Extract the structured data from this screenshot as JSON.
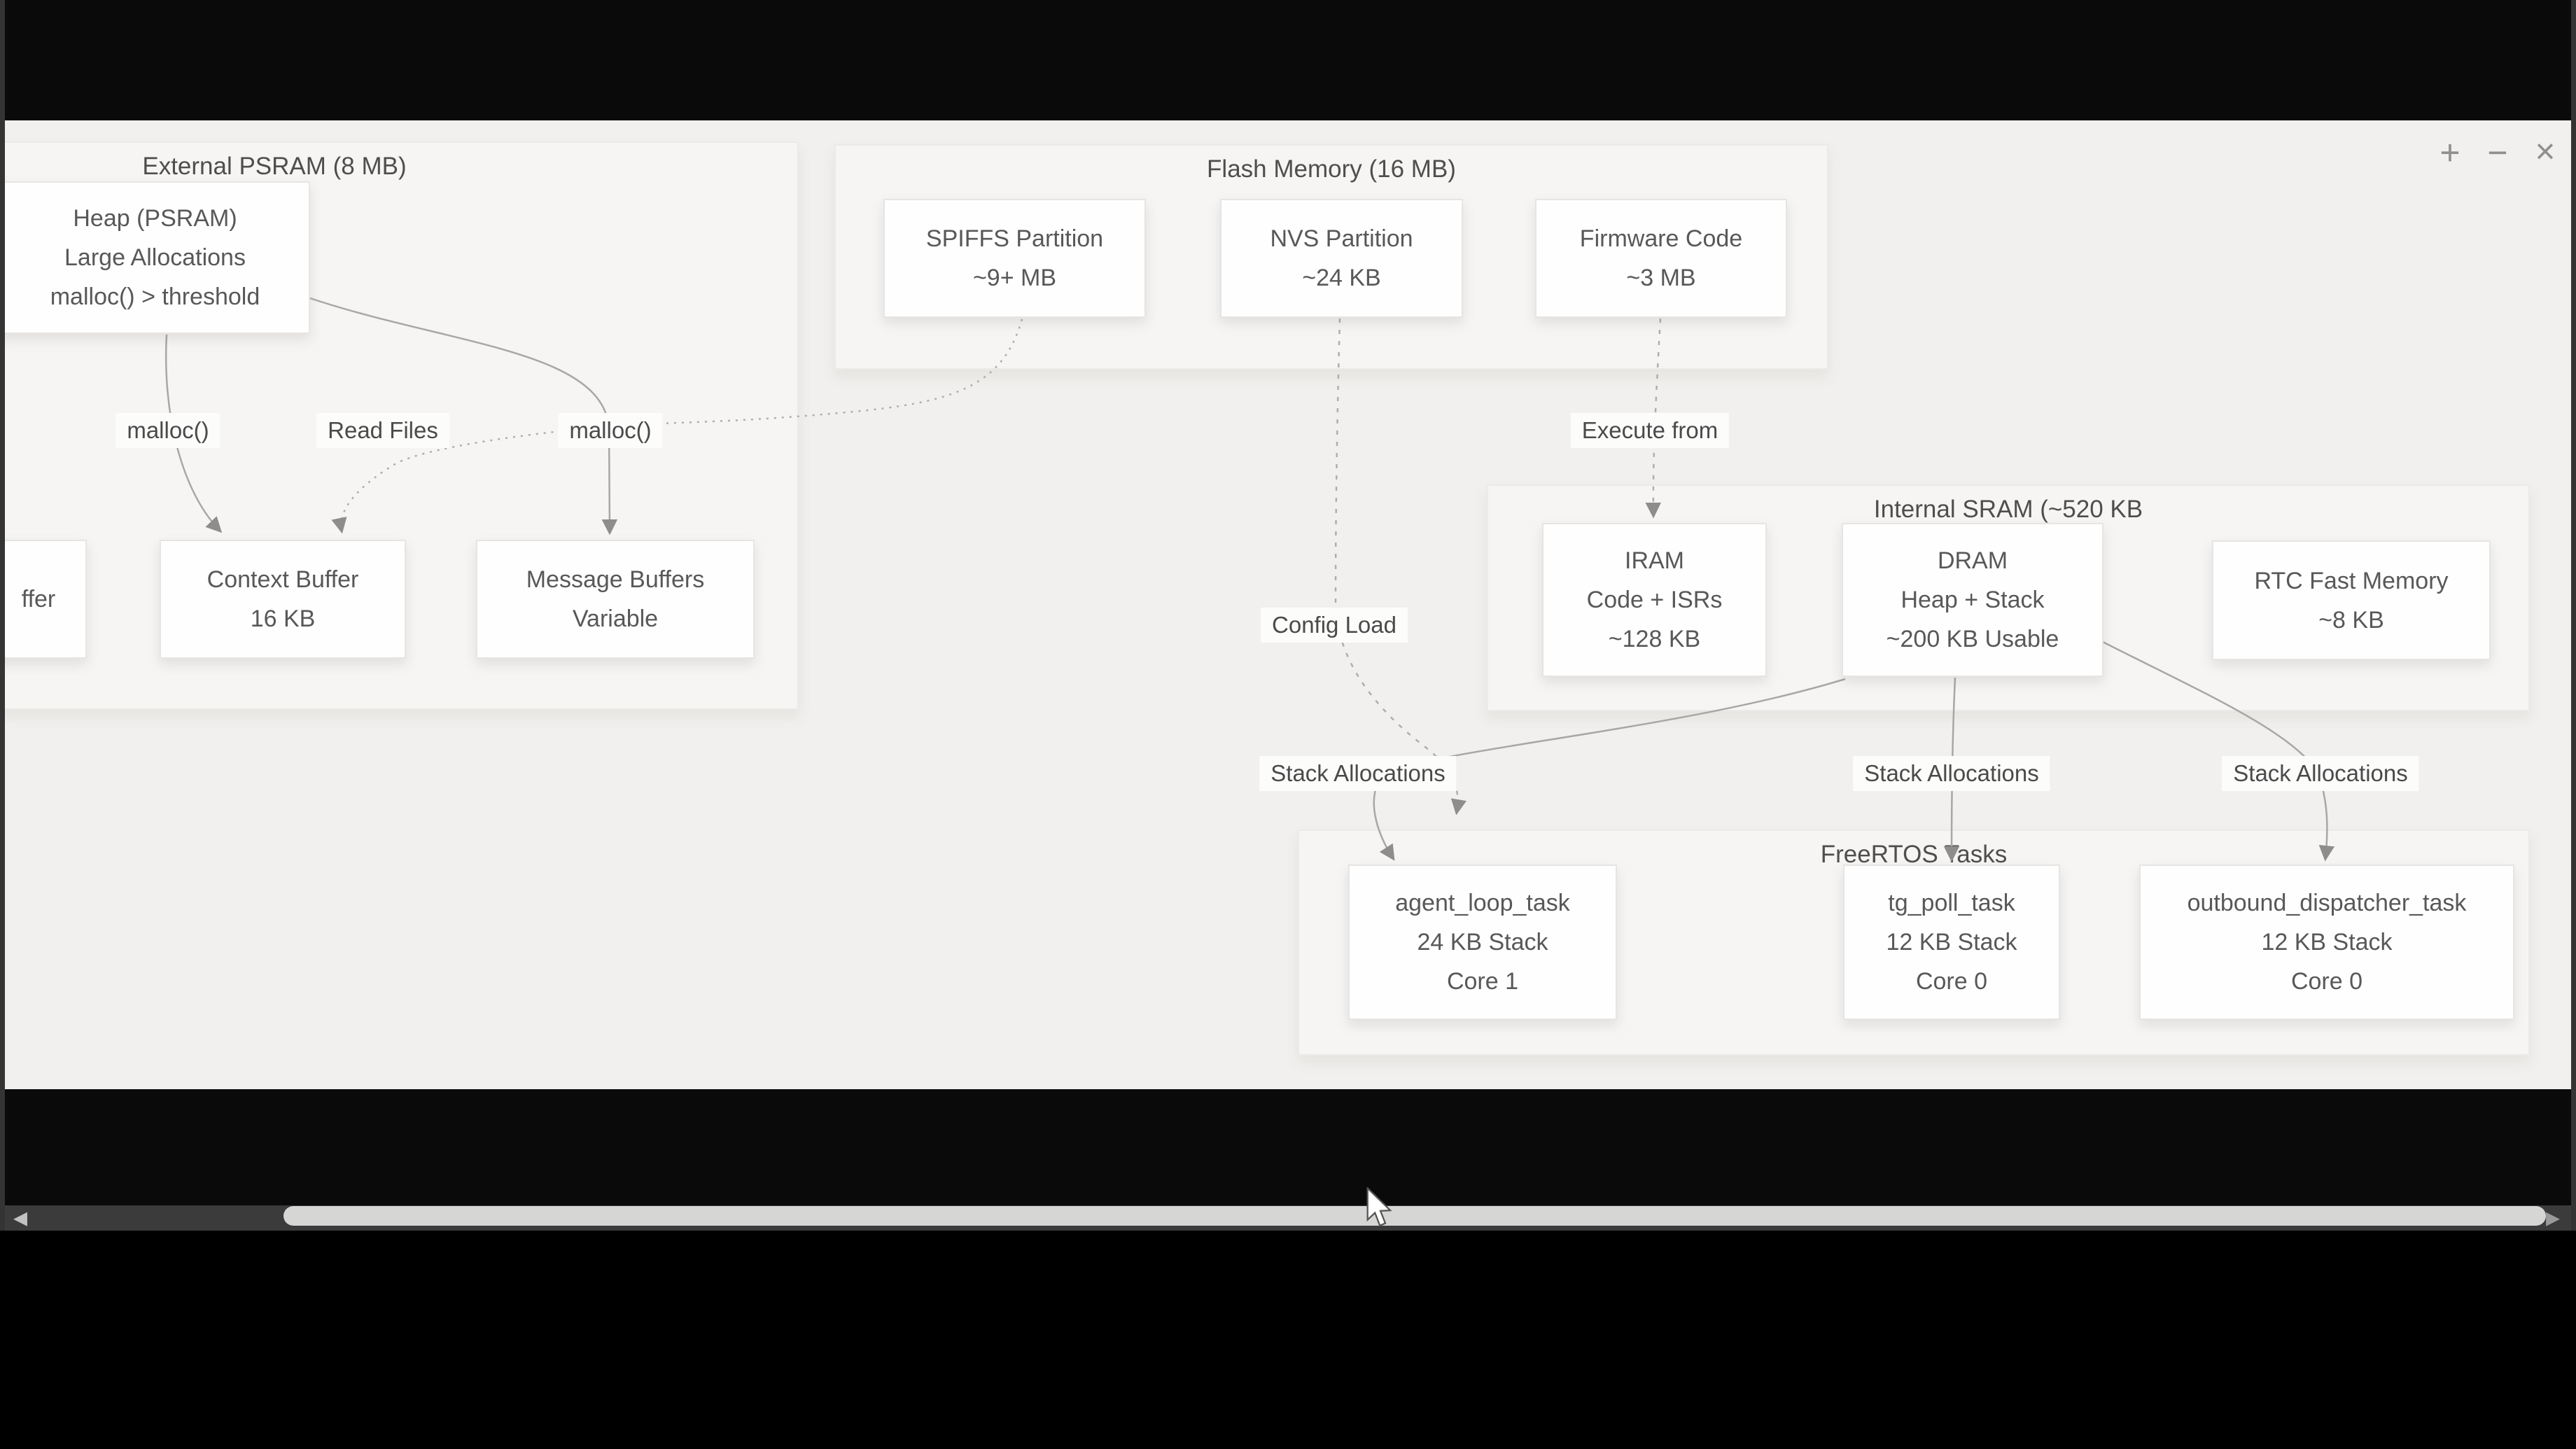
{
  "window": {
    "controls": {
      "zoom_in": "+",
      "zoom_out": "−",
      "close": "×"
    },
    "scrollbar": {
      "left_arrow": "◀",
      "right_arrow": "▶"
    }
  },
  "diagram": {
    "groups": {
      "psram": {
        "title": "External PSRAM (8 MB)"
      },
      "flash": {
        "title": "Flash Memory (16 MB)"
      },
      "sram": {
        "title": "Internal SRAM (~520 KB"
      },
      "freertos": {
        "title": "FreeRTOS Tasks"
      }
    },
    "nodes": {
      "heap": {
        "lines": [
          "Heap (PSRAM)",
          "Large Allocations",
          "malloc() > threshold"
        ]
      },
      "clipped": {
        "lines": [
          "ffer"
        ]
      },
      "context": {
        "lines": [
          "Context Buffer",
          "16 KB"
        ]
      },
      "message": {
        "lines": [
          "Message Buffers",
          "Variable"
        ]
      },
      "spiffs": {
        "lines": [
          "SPIFFS Partition",
          "~9+ MB"
        ]
      },
      "nvs": {
        "lines": [
          "NVS Partition",
          "~24 KB"
        ]
      },
      "firmware": {
        "lines": [
          "Firmware Code",
          "~3 MB"
        ]
      },
      "iram": {
        "lines": [
          "IRAM",
          "Code + ISRs",
          "~128 KB"
        ]
      },
      "dram": {
        "lines": [
          "DRAM",
          "Heap + Stack",
          "~200 KB Usable"
        ]
      },
      "rtc": {
        "lines": [
          "RTC Fast Memory",
          "~8 KB"
        ]
      },
      "agent": {
        "lines": [
          "agent_loop_task",
          "24 KB Stack",
          "Core 1"
        ]
      },
      "tgpoll": {
        "lines": [
          "tg_poll_task",
          "12 KB Stack",
          "Core 0"
        ]
      },
      "outbound": {
        "lines": [
          "outbound_dispatcher_task",
          "12 KB Stack",
          "Core 0"
        ]
      }
    },
    "labels": {
      "malloc1": "malloc()",
      "read_files": "Read Files",
      "malloc2": "malloc()",
      "execute_from": "Execute from",
      "config_load": "Config Load",
      "stack1": "Stack Allocations",
      "stack2": "Stack Allocations",
      "stack3": "Stack Allocations"
    }
  },
  "colors": {
    "canvas": "#f1f0ee",
    "group_fill": "#f6f5f3",
    "node_fill": "#fefefe",
    "node_border": "#e7e5e3",
    "edge_solid": "#a9a7a5",
    "edge_dashed": "#b0aeac",
    "text": "#585858",
    "letterbox": "#0a0a0a",
    "scroll_track": "#3b3b3b",
    "scroll_thumb": "#d6d6d4"
  }
}
